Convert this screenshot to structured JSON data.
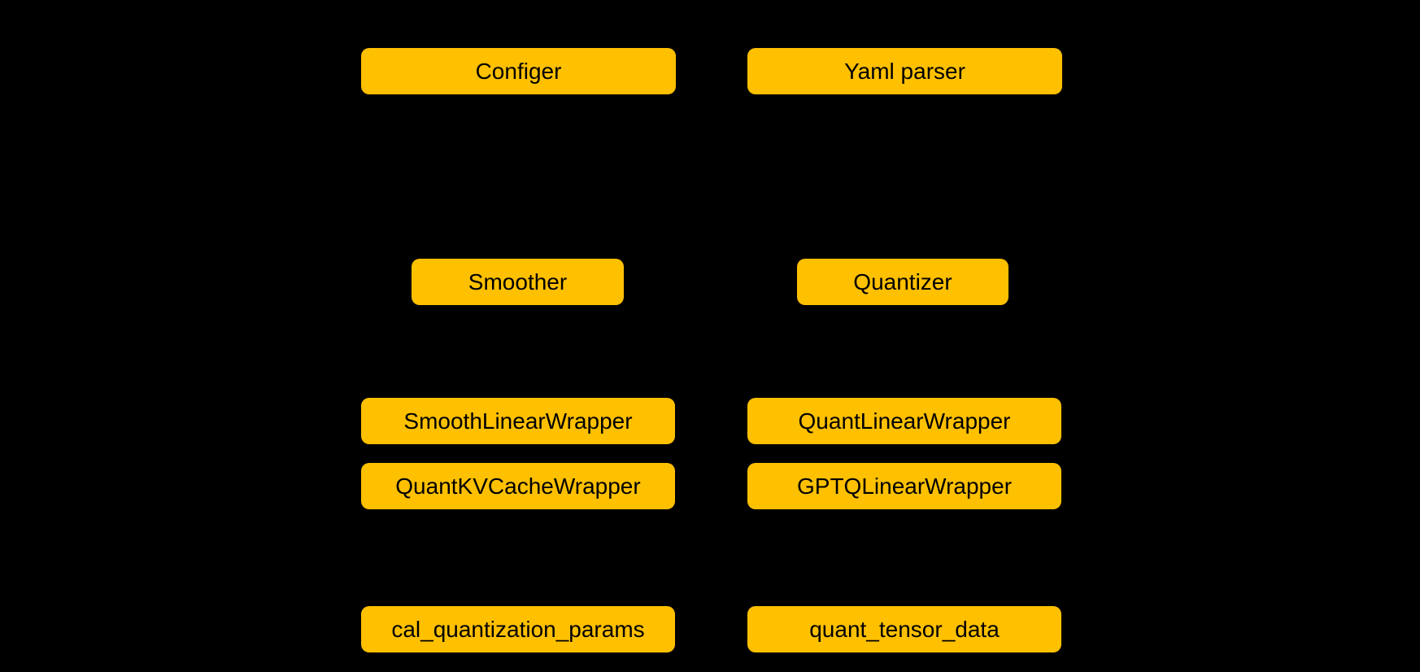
{
  "background_color": "#000000",
  "diagram": {
    "node_fill_color": "#FFC000",
    "node_text_color": "#000000",
    "nodes": [
      {
        "id": "configer",
        "label": "Configer"
      },
      {
        "id": "yaml-parser",
        "label": "Yaml parser"
      },
      {
        "id": "smoother",
        "label": "Smoother"
      },
      {
        "id": "quantizer",
        "label": "Quantizer"
      },
      {
        "id": "smooth-linear-wrapper",
        "label": "SmoothLinearWrapper"
      },
      {
        "id": "quant-linear-wrapper",
        "label": "QuantLinearWrapper"
      },
      {
        "id": "quant-kvcache-wrapper",
        "label": "QuantKVCacheWrapper"
      },
      {
        "id": "gptq-linear-wrapper",
        "label": "GPTQLinearWrapper"
      },
      {
        "id": "cal-quantization-params",
        "label": "cal_quantization_params"
      },
      {
        "id": "quant-tensor-data",
        "label": "quant_tensor_data"
      }
    ]
  }
}
